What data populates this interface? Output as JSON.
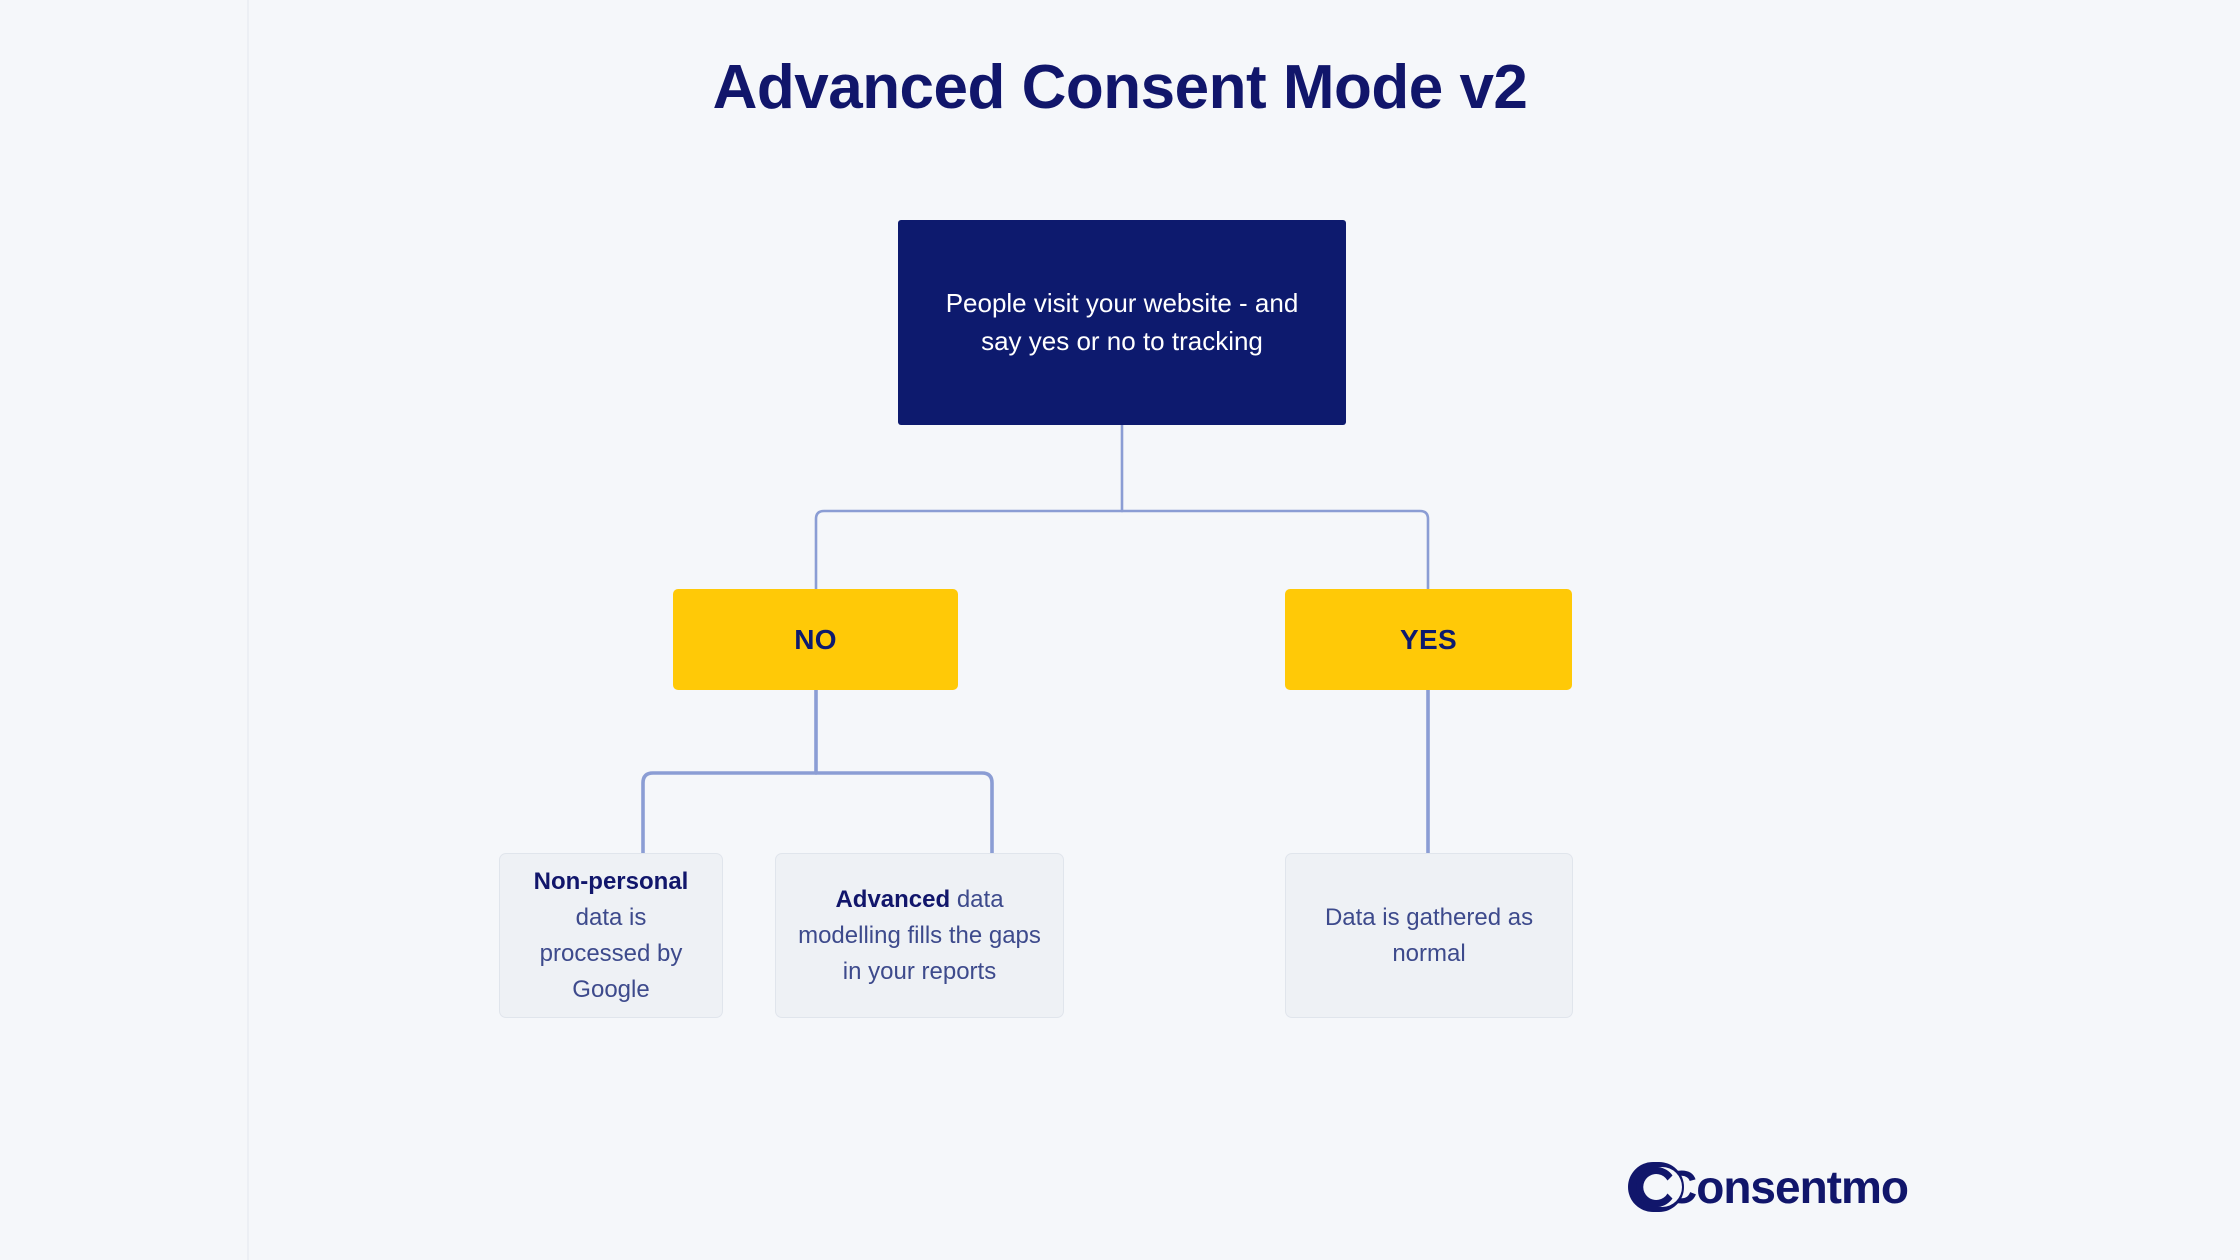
{
  "page": {
    "title": "Advanced Consent Mode v2",
    "background_color": "#f5f7fa"
  },
  "colors": {
    "navy": "#0d1a6e",
    "title_navy": "#11166b",
    "yellow": "#ffc907",
    "leaf_fill": "#eef1f5",
    "leaf_border": "#e0e5ec",
    "connector": "#8b9dd4",
    "text_blue": "#3d4a8c",
    "white": "#ffffff"
  },
  "diagram": {
    "type": "flowchart",
    "root": {
      "id": "root",
      "label": "People visit your website - and say yes or no to tracking",
      "lines": [
        "People visit your",
        "website - and say",
        "yes or no to",
        "tracking"
      ],
      "style": "navy-filled"
    },
    "decisions": [
      {
        "id": "no",
        "label": "NO",
        "style": "yellow-filled"
      },
      {
        "id": "yes",
        "label": "YES",
        "style": "yellow-filled"
      }
    ],
    "outcomes": [
      {
        "id": "outcome-non-personal",
        "parent": "no",
        "lead": "Non-personal",
        "rest": " data is processed by Google",
        "full": "Non-personal data is processed by Google",
        "style": "light-card"
      },
      {
        "id": "outcome-advanced-modelling",
        "parent": "no",
        "lead": "Advanced",
        "rest": " data modelling fills the gaps in your reports",
        "full": "Advanced data modelling fills the gaps in your reports",
        "style": "light-card"
      },
      {
        "id": "outcome-normal-gathering",
        "parent": "yes",
        "lead": "",
        "rest": "Data is gathered as normal",
        "full": "Data is gathered as normal",
        "style": "light-card"
      }
    ],
    "edges": [
      {
        "from": "root",
        "to": "no",
        "kind": "orthogonal"
      },
      {
        "from": "root",
        "to": "yes",
        "kind": "orthogonal"
      },
      {
        "from": "no",
        "to": "outcome-non-personal",
        "kind": "orthogonal"
      },
      {
        "from": "no",
        "to": "outcome-advanced-modelling",
        "kind": "orthogonal"
      },
      {
        "from": "yes",
        "to": "outcome-normal-gathering",
        "kind": "straight"
      }
    ]
  },
  "branding": {
    "logo_name": "Consentmo",
    "logo_mark": "consentmo-c-icon"
  }
}
